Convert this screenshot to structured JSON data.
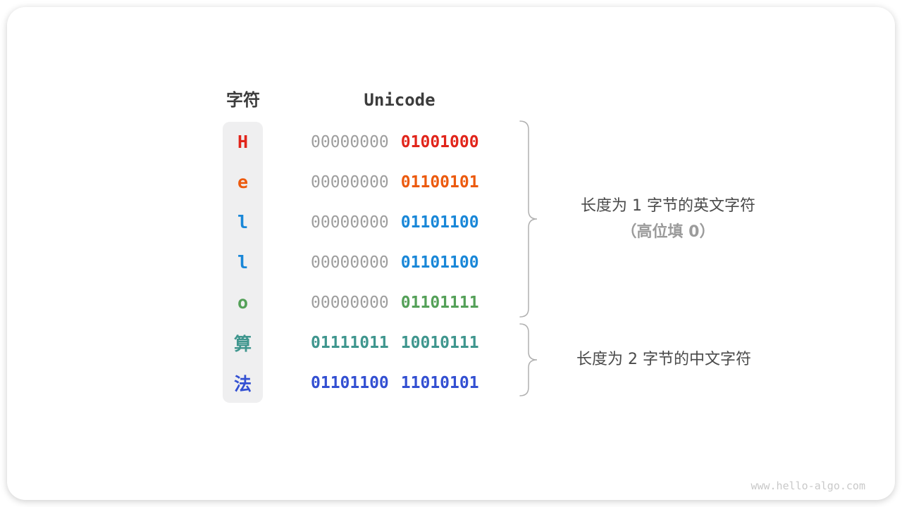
{
  "table": {
    "char_header": "字符",
    "unicode_header": "Unicode",
    "gray_byte_color": "#9e9e9e",
    "rows": [
      {
        "char": "H",
        "color": "#e1251b",
        "byte1": "00000000",
        "byte2": "01001000"
      },
      {
        "char": "e",
        "color": "#ec5a0e",
        "byte1": "00000000",
        "byte2": "01100101"
      },
      {
        "char": "l",
        "color": "#1987d8",
        "byte1": "00000000",
        "byte2": "01101100"
      },
      {
        "char": "l",
        "color": "#1987d8",
        "byte1": "00000000",
        "byte2": "01101100"
      },
      {
        "char": "o",
        "color": "#54a058",
        "byte1": "00000000",
        "byte2": "01101111"
      },
      {
        "char": "算",
        "color": "#3f968e",
        "byte1": "01111011",
        "byte2": "10010111"
      },
      {
        "char": "法",
        "color": "#3350d2",
        "byte1": "01101100",
        "byte2": "11010101"
      }
    ]
  },
  "annotations": {
    "group1_line1": "长度为 1 字节的英文字符",
    "group1_line2": "（高位填 0）",
    "group2_line1": "长度为 2 字节的中文字符"
  },
  "colors": {
    "brace": "#b0b0b0",
    "char_column_bg": "#efeff0"
  },
  "watermark": "www.hello-algo.com"
}
